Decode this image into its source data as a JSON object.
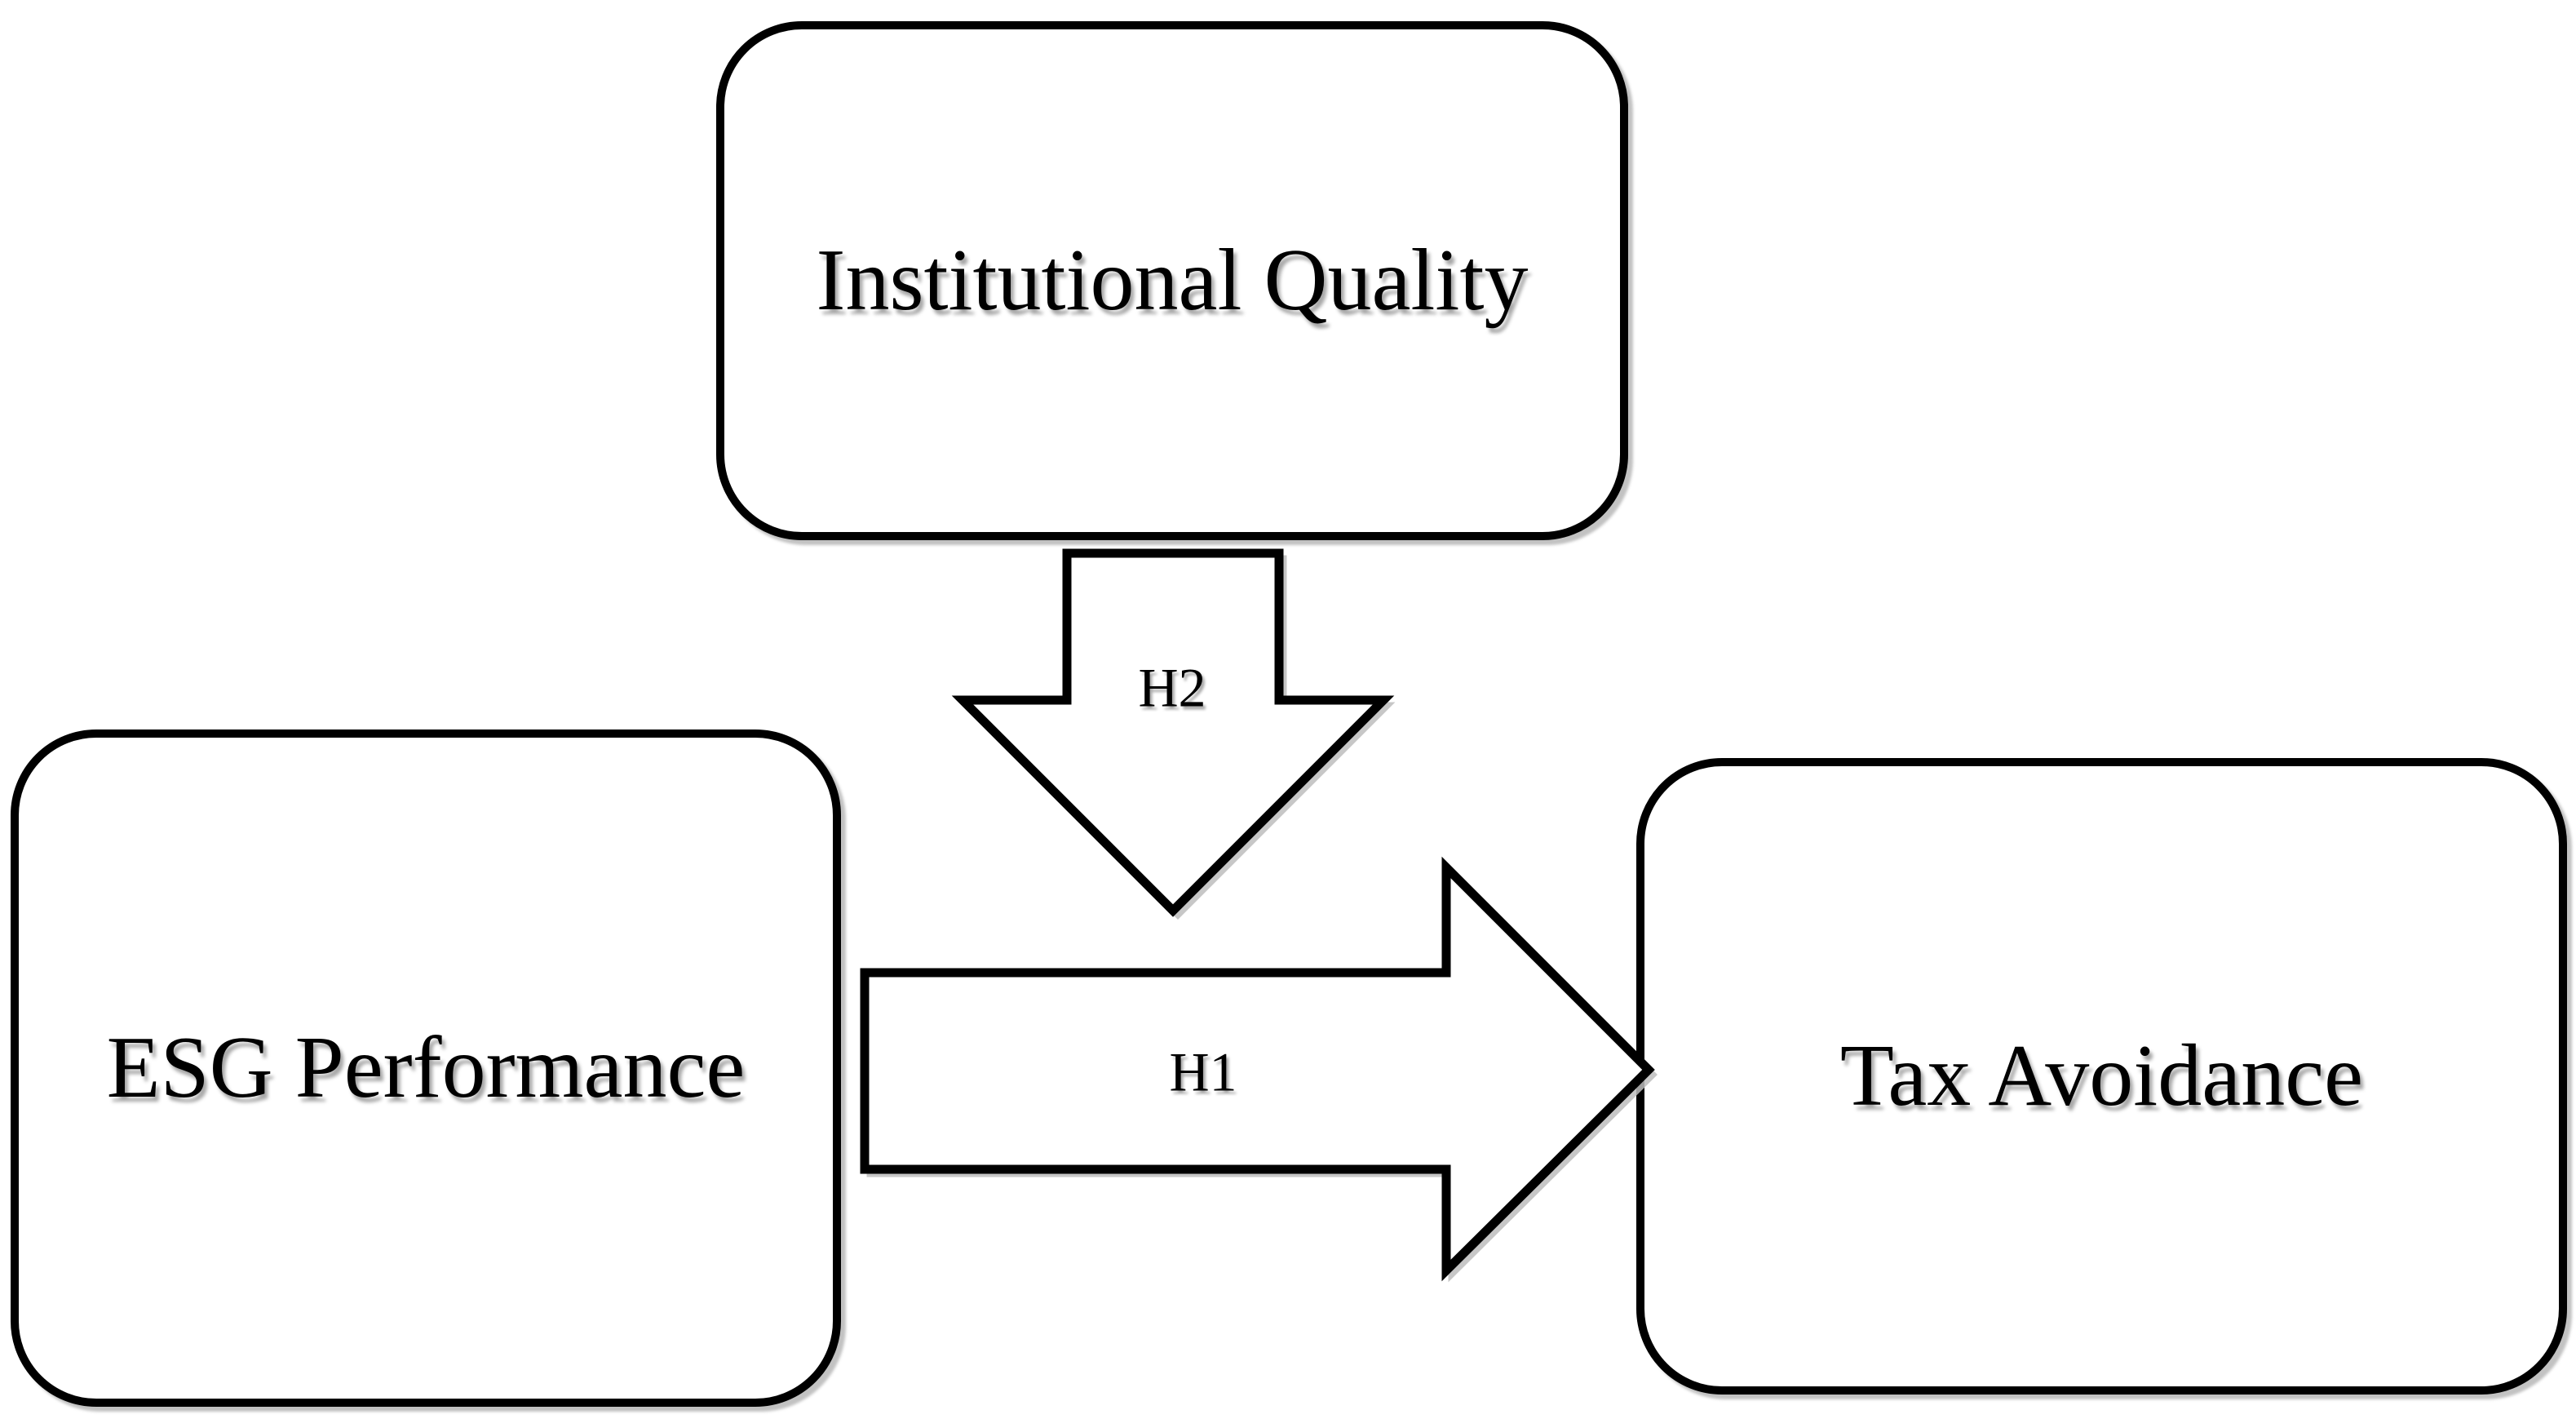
{
  "figure": {
    "boxes": {
      "institutional_quality": {
        "label": "Institutional Quality"
      },
      "esg_performance": {
        "label": "ESG Performance"
      },
      "tax_avoidance": {
        "label": "Tax Avoidance"
      }
    },
    "arrows": {
      "h2": {
        "label": "H2",
        "direction": "down",
        "from": "Institutional Quality",
        "to": "H1 arrow"
      },
      "h1": {
        "label": "H1",
        "direction": "right",
        "from": "ESG Performance",
        "to": "Tax Avoidance"
      }
    },
    "colors": {
      "background": "#ffffff",
      "shape_fill": "#ffffff",
      "stroke": "#000000",
      "shadow": "#b3b3b3"
    }
  }
}
